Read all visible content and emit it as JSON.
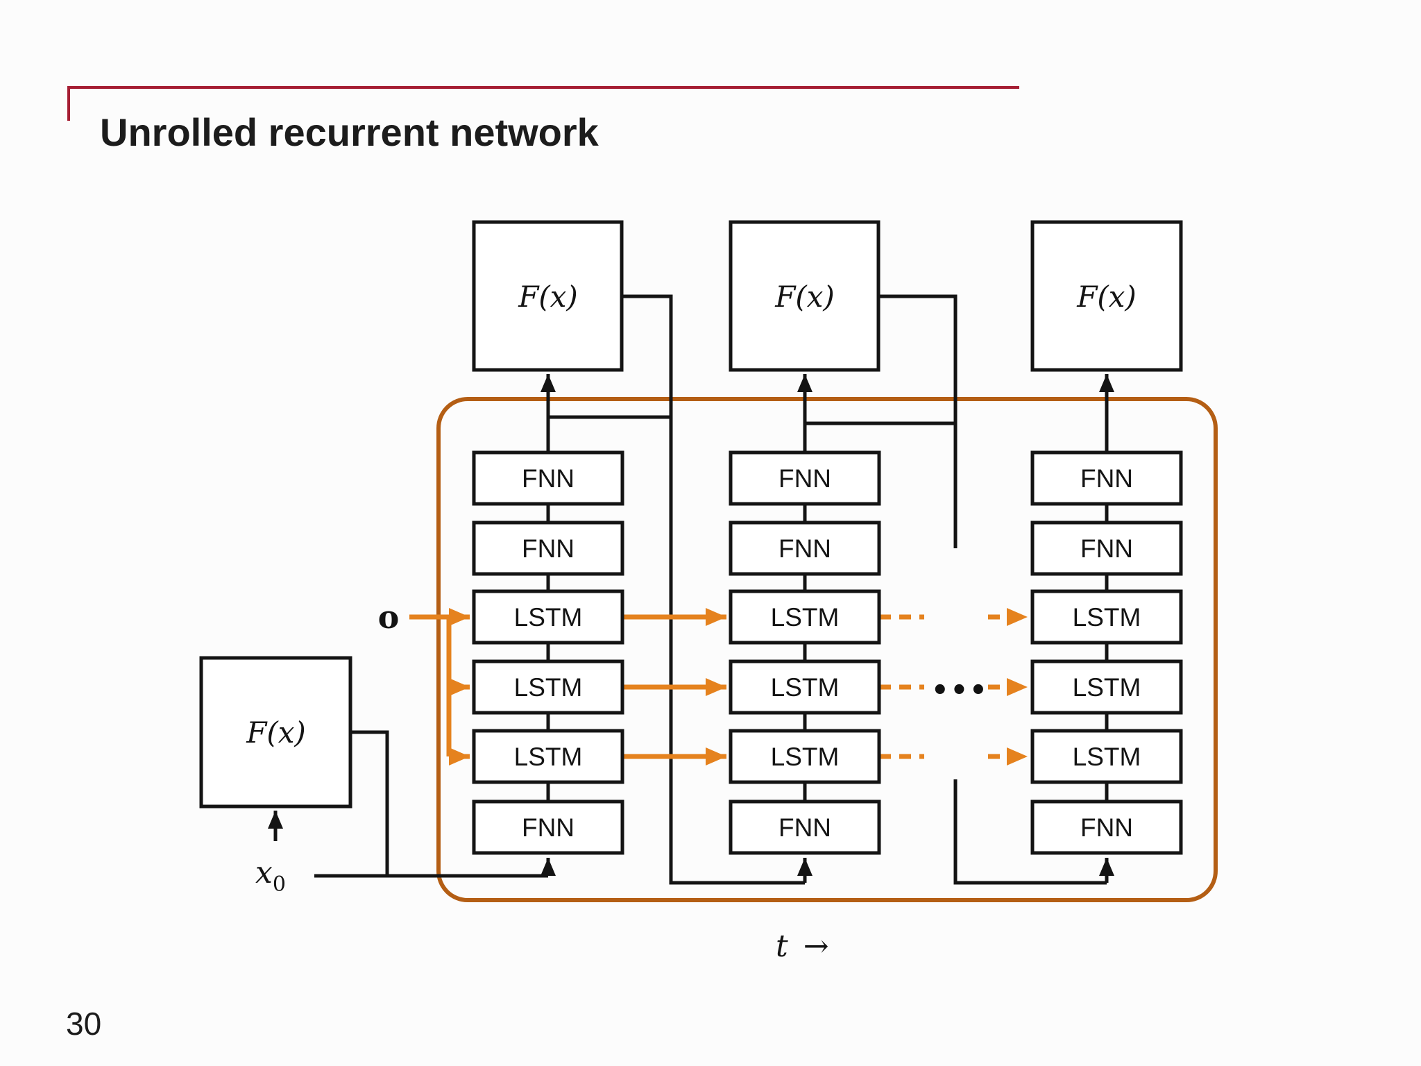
{
  "slide": {
    "title": "Unrolled recurrent network",
    "page_number": "30"
  },
  "colors": {
    "accent_red": "#A51E33",
    "line_black": "#141414",
    "arrow_orange": "#E5821E",
    "frame_orange": "#B45E14"
  },
  "diagram": {
    "left_unit": {
      "fx_label": "F(x)",
      "input": {
        "base": "x",
        "sub": "0"
      }
    },
    "hidden_input_label": "o",
    "time_axis": {
      "t": "t",
      "arrow": "→"
    },
    "ellipsis": "•••",
    "columns": [
      {
        "fx_label": "F(x)",
        "stack": [
          "FNN",
          "FNN",
          "LSTM",
          "LSTM",
          "LSTM",
          "FNN"
        ]
      },
      {
        "fx_label": "F(x)",
        "stack": [
          "FNN",
          "FNN",
          "LSTM",
          "LSTM",
          "LSTM",
          "FNN"
        ]
      },
      {
        "fx_label": "F(x)",
        "stack": [
          "FNN",
          "FNN",
          "LSTM",
          "LSTM",
          "LSTM",
          "FNN"
        ]
      }
    ]
  }
}
